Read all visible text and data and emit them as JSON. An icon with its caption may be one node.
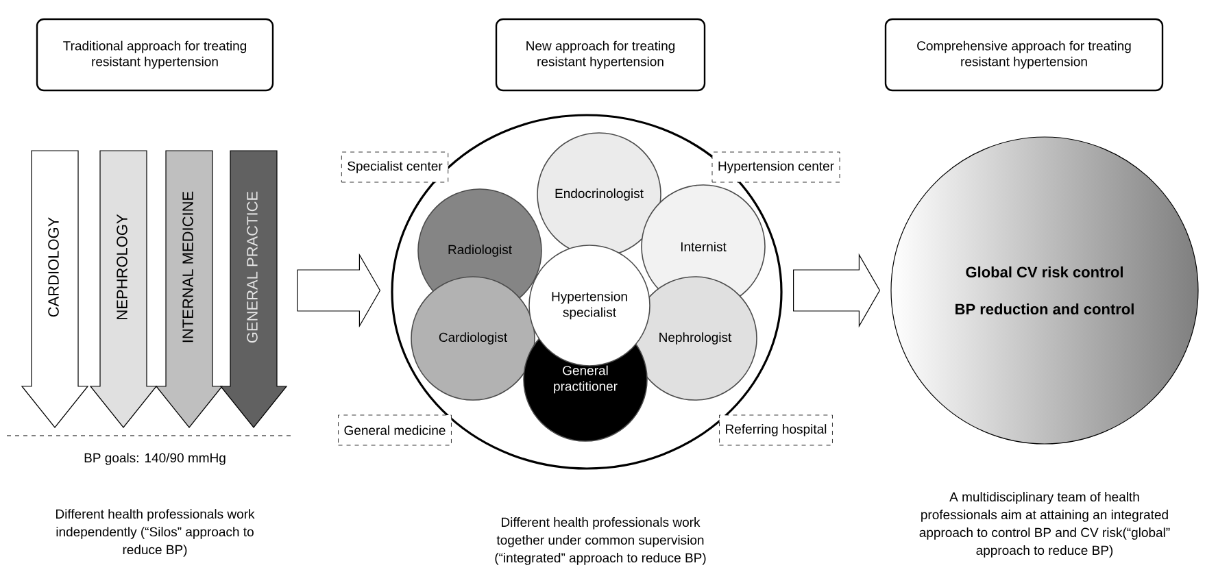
{
  "diagram": {
    "nodes": [
      {
        "text": [
          "Traditional approach for treating resistant hypertension"
        ]
      },
      {
        "text": [
          "New approach for treating resistant hypertension"
        ]
      },
      {
        "text": [
          "Comprehensive approach for treating resistant hypertension"
        ]
      },
      {
        "text": [
          "CARDIOLOGY"
        ]
      },
      {
        "text": [
          "NEPHROLOGY"
        ]
      },
      {
        "text": [
          "INTERNAL MEDICINE"
        ]
      },
      {
        "text": [
          "GENERAL PRACTICE"
        ]
      },
      {
        "text": [
          "Specialist center"
        ]
      },
      {
        "text": [
          "Hypertension center"
        ]
      },
      {
        "text": [],
        "shape": "circle"
      },
      {
        "text": [
          "Endocrinologist"
        ],
        "in": 9
      },
      {
        "text": [
          "Radiologist"
        ],
        "in": 9
      },
      {
        "text": [
          "Internist"
        ],
        "in": 9
      },
      {
        "text": [
          "Hypertension specialist"
        ],
        "in": 9
      },
      {
        "text": [
          "Cardiologist"
        ],
        "in": 9
      },
      {
        "text": [
          "Nephrologist"
        ],
        "in": 9
      },
      {
        "text": [
          "General practitioner"
        ],
        "in": 9
      },
      {
        "text": [
          "General medicine"
        ]
      },
      {
        "text": [
          "Referring hospital"
        ]
      },
      {
        "text": [
          "Global CV risk control",
          "BP reduction and control"
        ]
      }
    ],
    "edges": [
      {
        "from": null,
        "to": 9,
        "arrow": "to"
      },
      {
        "from": 9,
        "to": 19,
        "arrow": "to"
      }
    ],
    "labels": [
      "BP goals: 140/90 mmHg",
      "Different health professionals work independently (“Silos” approach to reduce BP)",
      "Different health professionals work together under common supervision (“integrated” approach to reduce BP)",
      "A multidisciplinary team of health professionals aim at attaining an integrated approach to control BP and CV risk(“global” approach to reduce BP)"
    ]
  }
}
